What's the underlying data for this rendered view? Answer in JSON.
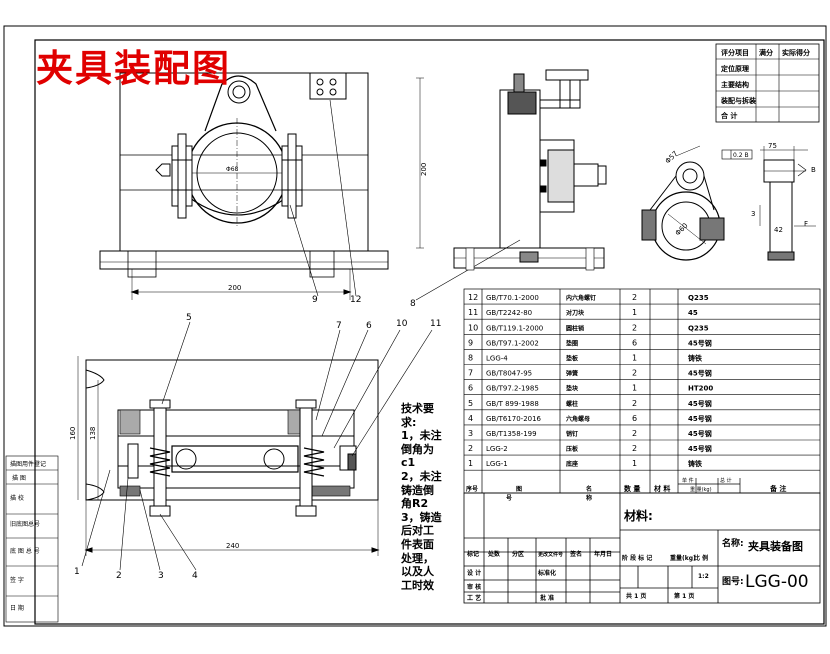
{
  "title": "夹具装配图",
  "score_table": {
    "headers": [
      "评分项目",
      "满分",
      "实际得分"
    ],
    "rows": [
      "定位原理",
      "主要结构",
      "装配与拆装",
      "合 计"
    ]
  },
  "dimensions": {
    "front_width": "200",
    "front_height": "200",
    "bore_dia": "Φ68",
    "bottom_width": "240",
    "bottom_h1": "160",
    "bottom_h2": "138",
    "side_r": "Φ57",
    "side_d": "Φ60",
    "side_tol": "0.2 B",
    "side_dim_a": "75",
    "side_dim_b": "42",
    "side_dim_c": "3",
    "side_f": "F",
    "side_b": "B"
  },
  "callouts": [
    "5",
    "7",
    "6",
    "10",
    "11",
    "1",
    "2",
    "3",
    "4",
    "8",
    "9",
    "12"
  ],
  "notes": "技术要求:\n1，未注倒角为c1\n2，未注铸造倒角R2\n3，铸造后对工件表面处理，以及人工时效",
  "bom": [
    {
      "no": "12",
      "code": "GB/T70.1-2000",
      "name": "内六角螺钉",
      "qty": "2",
      "mat": "Q235"
    },
    {
      "no": "11",
      "code": "GB/T2242-80",
      "name": "对刀块",
      "qty": "1",
      "mat": "45"
    },
    {
      "no": "10",
      "code": "GB/T119.1-2000",
      "name": "圆柱销",
      "qty": "2",
      "mat": "Q235"
    },
    {
      "no": "9",
      "code": "GB/T97.1-2002",
      "name": "垫圈",
      "qty": "6",
      "mat": "45号钢"
    },
    {
      "no": "8",
      "code": "LGG-4",
      "name": "垫板",
      "qty": "1",
      "mat": "铸铁"
    },
    {
      "no": "7",
      "code": "GB/T8047-95",
      "name": "弹簧",
      "qty": "2",
      "mat": "45号钢"
    },
    {
      "no": "6",
      "code": "GB/T97.2-1985",
      "name": "垫块",
      "qty": "1",
      "mat": "HT200"
    },
    {
      "no": "5",
      "code": "GB/T 899-1988",
      "name": "螺柱",
      "qty": "2",
      "mat": "45号钢"
    },
    {
      "no": "4",
      "code": "GB/T6170-2016",
      "name": "六角螺母",
      "qty": "6",
      "mat": "45号钢"
    },
    {
      "no": "3",
      "code": "GB/T1358-199",
      "name": "销钉",
      "qty": "2",
      "mat": "45号钢"
    },
    {
      "no": "2",
      "code": "LGG-2",
      "name": "压板",
      "qty": "2",
      "mat": "45号钢"
    },
    {
      "no": "1",
      "code": "LGG-1",
      "name": "底座",
      "qty": "1",
      "mat": "铸铁"
    }
  ],
  "bom_header": {
    "no": "序号",
    "code": "图",
    "name": "名",
    "qty": "数 量",
    "mat": "材 料",
    "single": "单 件",
    "total": "总 计",
    "weight": "重 量(kg)",
    "remark": "备 注"
  },
  "title_block": {
    "code_head": "号",
    "name_head": "称",
    "material": "材料:",
    "drawing_name_label": "名称:",
    "drawing_name": "夹具装备图",
    "drawing_no_label": "图号:",
    "drawing_no": "LGG-00",
    "rev_row": [
      "标记",
      "处数",
      "分区",
      "更改文件号",
      "签名",
      "年月日"
    ],
    "design": "设 计",
    "standard": "标准化",
    "check": "审 核",
    "craft": "工 艺",
    "approve": "批 准",
    "stage": [
      "阶 段 标 记",
      "重量(kg)",
      "比 例"
    ],
    "scale": "1:2",
    "sheets": "共 1 页",
    "sheet": "第 1 页"
  },
  "left_strip": [
    "描图用件登记",
    "描 图",
    "描 校",
    "旧底图总号",
    "底 图 总 号",
    "签 字",
    "日 期"
  ]
}
